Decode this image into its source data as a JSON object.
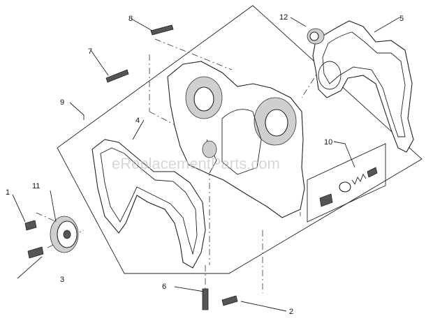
{
  "diagram": {
    "callouts": [
      {
        "id": "c1",
        "label": "1"
      },
      {
        "id": "c2",
        "label": "2"
      },
      {
        "id": "c3",
        "label": "3"
      },
      {
        "id": "c4",
        "label": "4"
      },
      {
        "id": "c5",
        "label": "5"
      },
      {
        "id": "c6",
        "label": "6"
      },
      {
        "id": "c7",
        "label": "7"
      },
      {
        "id": "c8",
        "label": "8"
      },
      {
        "id": "c9",
        "label": "9"
      },
      {
        "id": "c10",
        "label": "10"
      },
      {
        "id": "c11",
        "label": "11"
      },
      {
        "id": "c12",
        "label": "12"
      }
    ],
    "watermark": "eReplacementParts.com"
  }
}
